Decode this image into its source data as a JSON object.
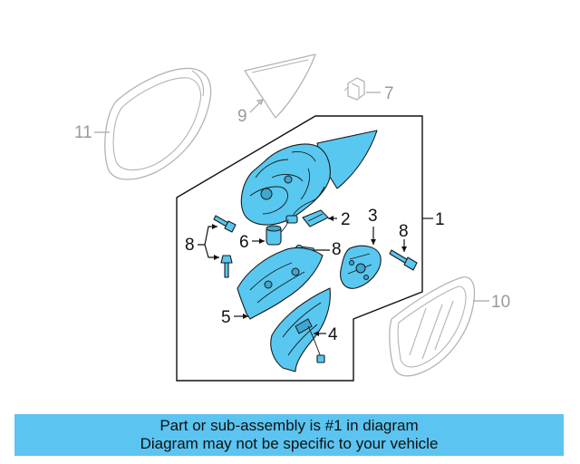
{
  "diagram": {
    "callouts": {
      "c1": "1",
      "c2": "2",
      "c3": "3",
      "c4": "4",
      "c5": "5",
      "c6": "6",
      "c7": "7",
      "c8_left": "8",
      "c8_mid": "8",
      "c8_right": "8",
      "c9": "9",
      "c10": "10",
      "c11": "11"
    },
    "colors": {
      "highlight": "#58c8f0",
      "ghost": "#b4b4b4",
      "banner": "#5bc4f0"
    }
  },
  "footer": {
    "line1": "Part or sub-assembly is #1 in diagram",
    "line2": "Diagram may not be specific to your vehicle"
  }
}
